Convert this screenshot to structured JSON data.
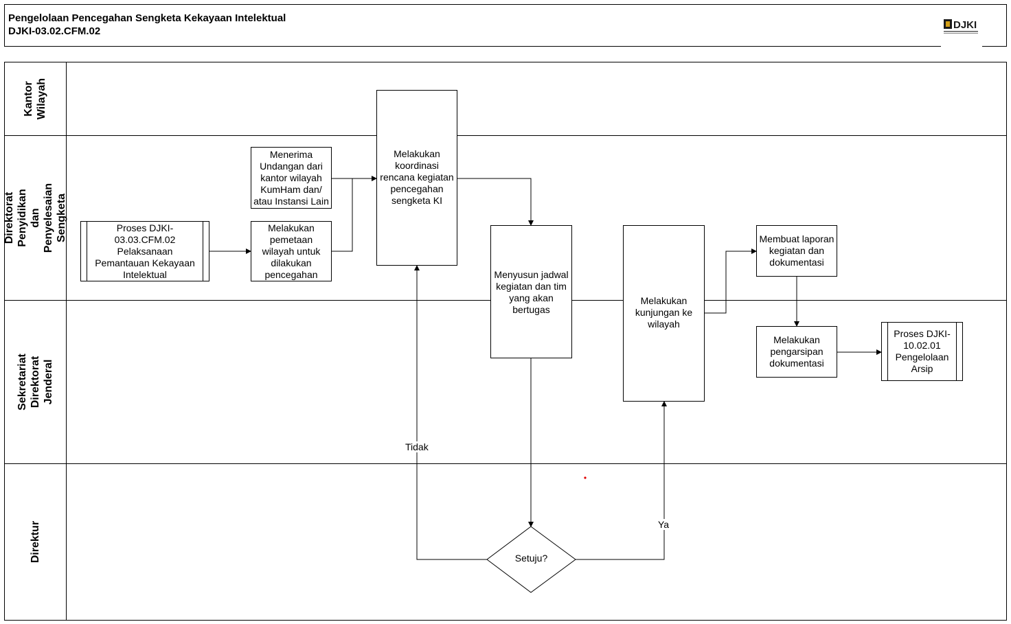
{
  "header": {
    "title_line1": "Pengelolaan Pencegahan Sengketa Kekayaan Intelektual",
    "title_line2": "DJKI-03.02.CFM.02",
    "logo_text": "DJKI"
  },
  "lanes": [
    {
      "label": "Kantor\nWilayah"
    },
    {
      "label": "Direktorat Penyidikan dan\nPenyelesaian Sengketa"
    },
    {
      "label": "Sekretariat Direktorat\nJenderal"
    },
    {
      "label": "Direktur"
    }
  ],
  "nodes": {
    "proses_pemantauan": "Proses DJKI-\n03.03.CFM.02\nPelaksanaan\nPemantauan Kekayaan\nIntelektual",
    "menerima_undangan": "Menerima\nUndangan dari\nkantor wilayah\nKumHam dan/\natau Instansi Lain",
    "melakukan_pemetaan": "Melakukan\npemetaan\nwilayah untuk\ndilakukan\npencegahan",
    "koordinasi": "Melakukan\nkoordinasi\nrencana kegiatan\npencegahan\nsengketa KI",
    "menyusun_jadwal": "Menyusun jadwal\nkegiatan dan tim\nyang akan\nbertugas",
    "kunjungan": "Melakukan\nkunjungan ke\nwilayah",
    "laporan": "Membuat laporan\nkegiatan dan\ndokumentasi",
    "pengarsipan": "Melakukan\npengarsipan\ndokumentasi",
    "proses_arsip": "Proses DJKI-\n10.02.01\nPengelolaan\nArsip",
    "decision": "Setuju?"
  },
  "edge_labels": {
    "tidak": "Tidak",
    "ya": "Ya"
  },
  "colors": {
    "line": "#000000",
    "logo_accent": "#d4a017",
    "dot": "#e00000"
  }
}
